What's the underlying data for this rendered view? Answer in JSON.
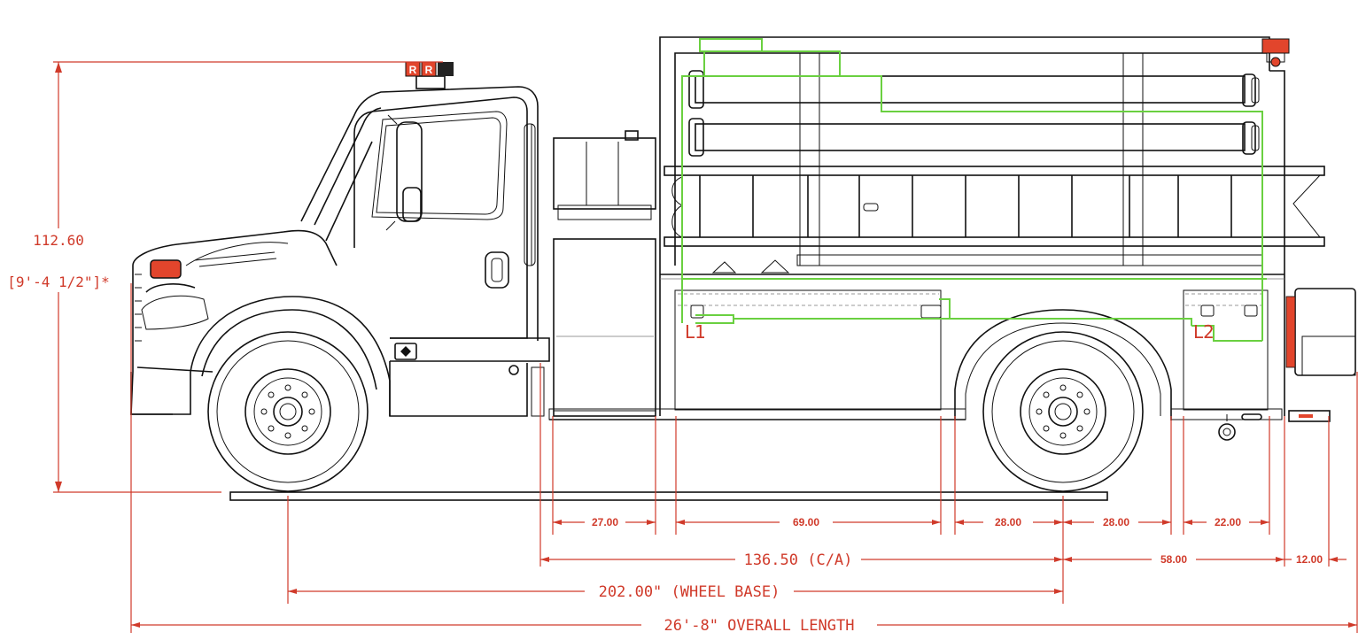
{
  "dimensions": {
    "overall_height": "112.60",
    "overall_height_ft": "[9'-4 1/2\"]*",
    "seg_27": "27.00",
    "seg_69": "69.00",
    "seg_28a": "28.00",
    "seg_28b": "28.00",
    "seg_22": "22.00",
    "cab_to_axle": "136.50 (C/A)",
    "rear_overhang": "58.00",
    "rear_step": "12.00",
    "wheel_base": "202.00\" (WHEEL BASE)",
    "overall_length": "26'-8\" OVERALL LENGTH"
  },
  "labels": {
    "light_1": "L1",
    "light_2": "L2",
    "beacon_letter_1": "R",
    "beacon_letter_2": "R"
  },
  "colors": {
    "dimension": "#d03a2a",
    "outline": "#111111",
    "hose_path": "#6ad040",
    "warning_light": "#e2452c"
  }
}
